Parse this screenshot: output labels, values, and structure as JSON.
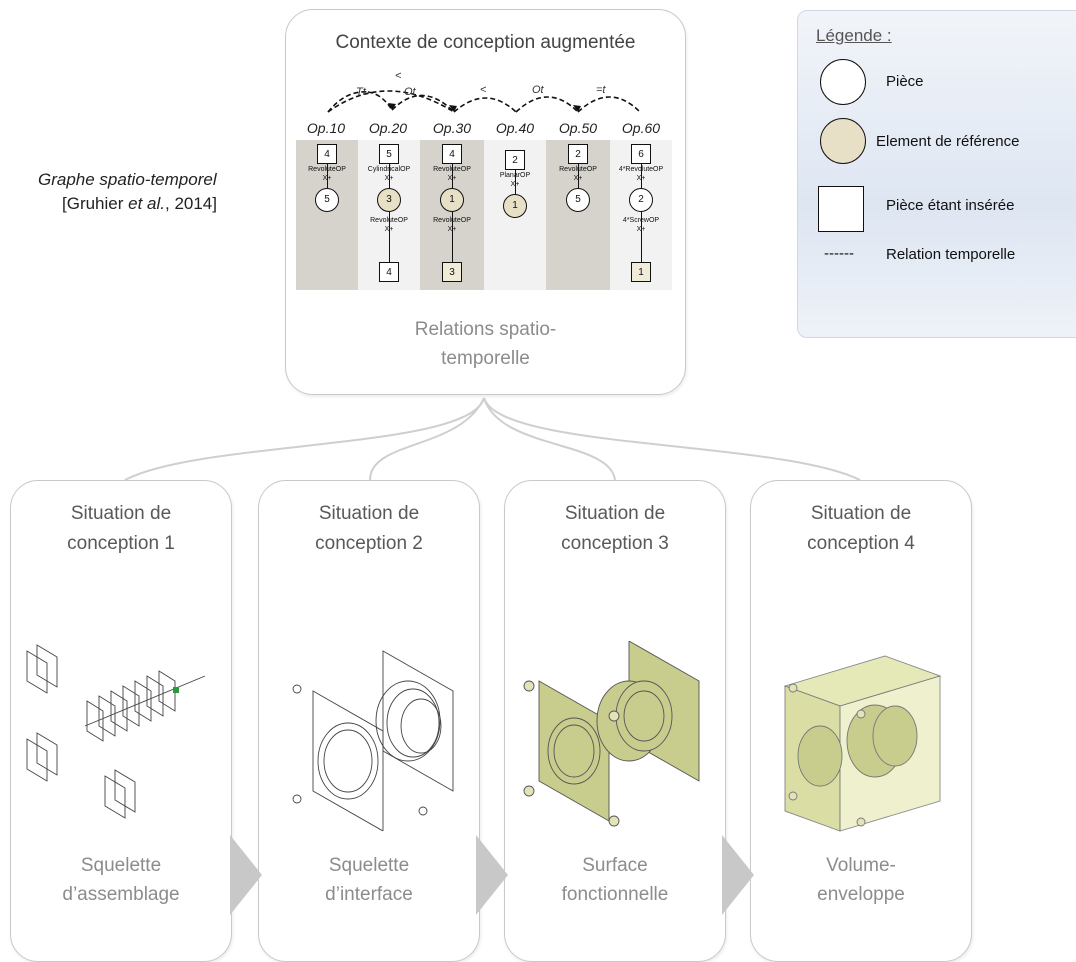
{
  "top_box": {
    "title": "Contexte de conception augmentée",
    "subtitle_line1": "Relations spatio-",
    "subtitle_line2": "temporelle"
  },
  "side_note": {
    "line1": "Graphe spatio-temporel",
    "line2_a": "[Gruhier ",
    "line2_b": "et al.",
    "line2_c": ", 2014]"
  },
  "graph": {
    "arc_labels": [
      "<",
      "Tt",
      "Ot",
      "<",
      "Ot",
      "=t"
    ],
    "operations": [
      {
        "label": "Op.10",
        "top": "4",
        "relation": "RevoluteOP",
        "dir": "X+",
        "circle": "5",
        "relation2": "",
        "dir2": "",
        "bottom": ""
      },
      {
        "label": "Op.20",
        "top": "5",
        "relation": "CylindricalOP",
        "dir": "X+",
        "circle": "3",
        "relation2": "RevoluteOP",
        "dir2": "X+",
        "bottom": "4"
      },
      {
        "label": "Op.30",
        "top": "4",
        "relation": "RevoluteOP",
        "dir": "X+",
        "circle": "1",
        "relation2": "RevoluteOP",
        "dir2": "X+",
        "bottom": "3"
      },
      {
        "label": "Op.40",
        "top": "2",
        "relation": "PlanarOP",
        "dir": "X+",
        "circle": "1",
        "relation2": "",
        "dir2": "",
        "bottom": ""
      },
      {
        "label": "Op.50",
        "top": "2",
        "relation": "RevoluteOP",
        "dir": "X+",
        "circle": "5",
        "relation2": "",
        "dir2": "",
        "bottom": ""
      },
      {
        "label": "Op.60",
        "top": "6",
        "relation": "4*RevoluteOP",
        "dir": "X+",
        "circle": "2",
        "relation2": "4*ScrewOP",
        "dir2": "X+",
        "bottom": "1"
      }
    ]
  },
  "legend": {
    "title": "Légende :",
    "items": [
      "Pièce",
      "Element de référence",
      "Pièce étant insérée",
      "Relation temporelle"
    ],
    "dash_sample": "------"
  },
  "situations": [
    {
      "title_line1": "Situation de",
      "title_line2": "conception 1",
      "bottom_line1": "Squelette",
      "bottom_line2": "d’assemblage"
    },
    {
      "title_line1": "Situation de",
      "title_line2": "conception 2",
      "bottom_line1": "Squelette",
      "bottom_line2": "d’interface"
    },
    {
      "title_line1": "Situation de",
      "title_line2": "conception 3",
      "bottom_line1": "Surface",
      "bottom_line2": "fonctionnelle"
    },
    {
      "title_line1": "Situation de",
      "title_line2": "conception 4",
      "bottom_line1": "Volume-",
      "bottom_line2": "enveloppe"
    }
  ],
  "colors": {
    "surface_fill": "#c8cc8c",
    "column_gray": "#d6d2cc",
    "legend_bg": "#e6ecf5"
  }
}
